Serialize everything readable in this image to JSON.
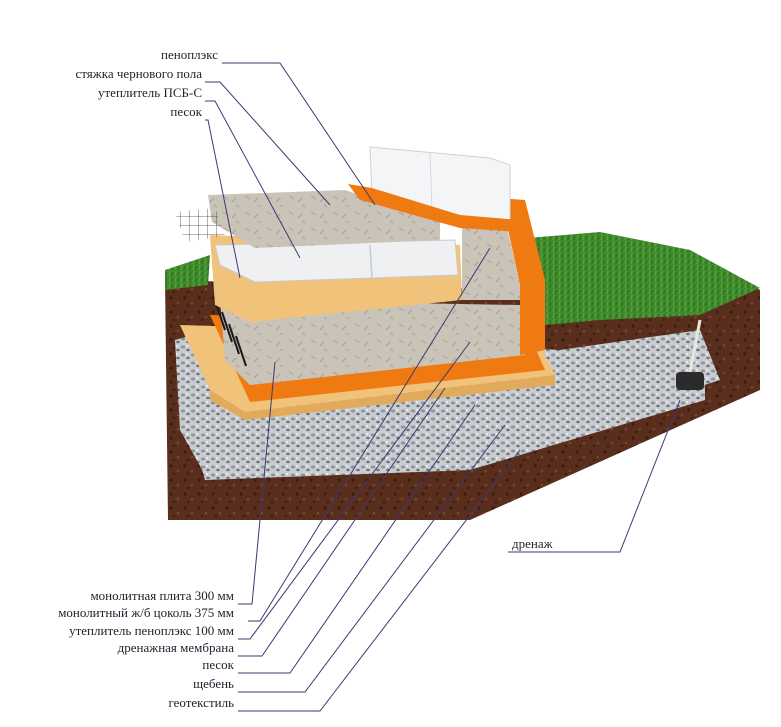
{
  "labels_top": [
    {
      "id": "penoplex",
      "text": "пеноплэкс"
    },
    {
      "id": "screed",
      "text": "стяжка чернового пола"
    },
    {
      "id": "psb",
      "text": "утеплитель ПСБ-С"
    },
    {
      "id": "sand_top",
      "text": "песок"
    }
  ],
  "labels_bottom": [
    {
      "id": "slab",
      "text": "монолитная плита 300 мм"
    },
    {
      "id": "plinth",
      "text": "монолитный ж/б цоколь 375 мм"
    },
    {
      "id": "insul100",
      "text": "утеплитель пеноплэкс 100 мм"
    },
    {
      "id": "membrane",
      "text": "дренажная мембрана"
    },
    {
      "id": "sand",
      "text": "песок"
    },
    {
      "id": "gravel",
      "text": "щебень"
    },
    {
      "id": "geotextile",
      "text": "геотекстиль"
    }
  ],
  "label_drain": {
    "id": "drain",
    "text": "дренаж"
  },
  "colors": {
    "soil": "#5a2e1c",
    "soil_dark": "#3b1d12",
    "grass": "#3f8a2c",
    "grass_dark": "#2f6b1f",
    "gravel": "#c9cdd2",
    "sand": "#f0c27a",
    "orange": "#f07a12",
    "concrete": "#c9c3b8",
    "foam": "#eef0f2",
    "leader": "#3a3a72"
  }
}
